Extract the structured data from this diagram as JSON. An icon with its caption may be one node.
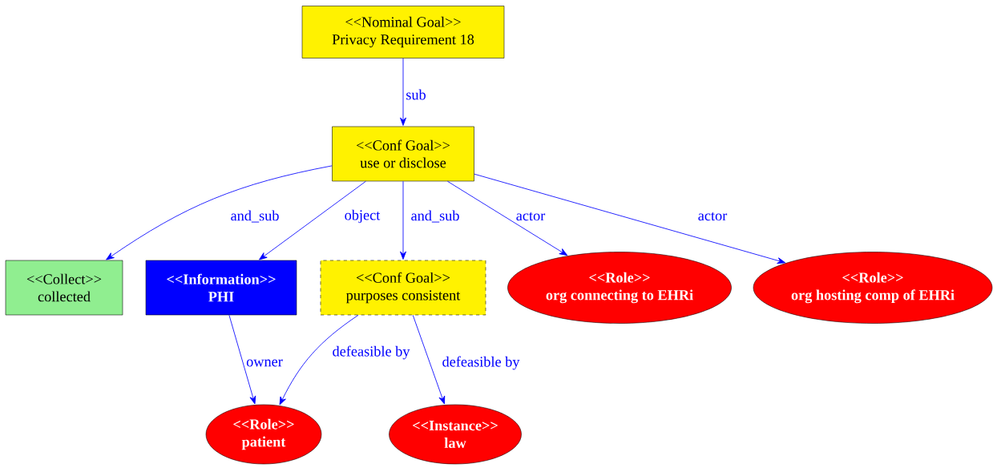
{
  "diagram": {
    "nodes": [
      {
        "text": [
          "<<Nominal Goal>>",
          "Privacy Requirement 18"
        ]
      },
      {
        "text": [
          "<<Conf Goal>>",
          "use or disclose"
        ]
      },
      {
        "text": [
          "<<Collect>>",
          "collected"
        ]
      },
      {
        "text": [
          "<<Information>>",
          "PHI"
        ]
      },
      {
        "text": [
          "<<Conf Goal>>",
          "purposes consistent"
        ]
      },
      {
        "text": [
          "<<Role>>",
          "org connecting to EHRi"
        ]
      },
      {
        "text": [
          "<<Role>>",
          "org hosting comp of EHRi"
        ]
      },
      {
        "text": [
          "<<Role>>",
          "patient"
        ]
      },
      {
        "text": [
          "<<Instance>>",
          "law"
        ]
      }
    ],
    "edges": [
      {
        "from": 0,
        "to": 1,
        "arrow": "to",
        "label": "sub"
      },
      {
        "from": 1,
        "to": 2,
        "arrow": "to",
        "label": "and_sub"
      },
      {
        "from": 1,
        "to": 3,
        "arrow": "to",
        "label": "object"
      },
      {
        "from": 1,
        "to": 4,
        "arrow": "to",
        "label": "and_sub"
      },
      {
        "from": 1,
        "to": 5,
        "arrow": "to",
        "label": "actor"
      },
      {
        "from": 1,
        "to": 6,
        "arrow": "to",
        "label": "actor"
      },
      {
        "from": 3,
        "to": 7,
        "arrow": "to",
        "label": "owner"
      },
      {
        "from": 4,
        "to": 7,
        "arrow": "to",
        "label": "defeasible by"
      },
      {
        "from": 4,
        "to": 8,
        "arrow": "to",
        "label": "defeasible by"
      }
    ]
  }
}
